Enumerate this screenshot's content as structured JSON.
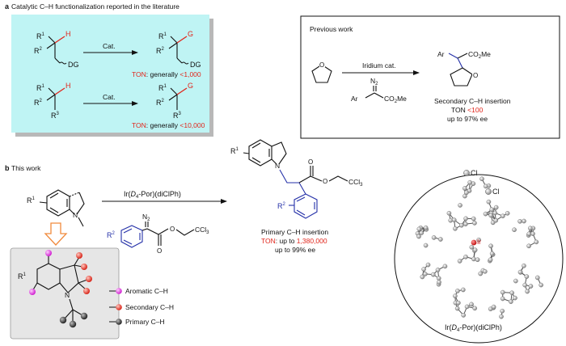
{
  "panel_a": {
    "label": "a",
    "title": "Catalytic C–H functionalization reported in the literature",
    "row1": {
      "r1": "R",
      "r1_sup": "1",
      "r2": "R",
      "r2_sup": "2",
      "h": "H",
      "dg": "DG",
      "arrow": "Cat.",
      "g": "G",
      "ton_label": "TON",
      "ton_mid": ": generally ",
      "ton_value": "<1,000"
    },
    "row2": {
      "r3": "R",
      "r3_sup": "3",
      "arrow": "Cat.",
      "ton_label": "TON",
      "ton_mid": ": generally ",
      "ton_value": "<10,000"
    },
    "previous": {
      "title": "Previous work",
      "catalyst": "Iridium cat.",
      "n2": "N",
      "n2_sub": "2",
      "ar": "Ar",
      "ester": "CO",
      "ester_sub": "2",
      "ester_me": "Me",
      "o": "O",
      "insertion": "Secondary C–H insertion",
      "ton_prefix": "TON ",
      "ton_value": "<100",
      "ee": "up to 97% ee"
    }
  },
  "panel_b": {
    "label": "b",
    "title": "This work",
    "catalyst_pre": "Ir(",
    "catalyst_d": "D",
    "catalyst_d_sub": "4",
    "catalyst_post": "-Por)(diClPh)",
    "r1": "R",
    "r1_sup": "1",
    "r2": "R",
    "r2_sup": "2",
    "n": "N",
    "o": "O",
    "ccl3": "CCl",
    "ccl3_sub": "3",
    "insertion": "Primary C–H insertion",
    "ton_label": "TON",
    "ton_mid": ": up to ",
    "ton_value": "1,380,000",
    "ee": "up to 99% ee",
    "legend": [
      {
        "label": "Aromatic C–H",
        "color": "#e040e0"
      },
      {
        "label": "Secondary C–H",
        "color": "#e83a30"
      },
      {
        "label": "Primary C–H",
        "color": "#333333"
      }
    ],
    "crystal": {
      "cl": "Cl",
      "ir": "Ir"
    }
  },
  "colors": {
    "red": "#e1251b",
    "blue": "#2430a8",
    "panel_fill": "#bff4f4",
    "panel_shadow": "#b8b8b8",
    "gray_box": "#e6e6e6",
    "arrow_orange": "#f08a3c"
  }
}
